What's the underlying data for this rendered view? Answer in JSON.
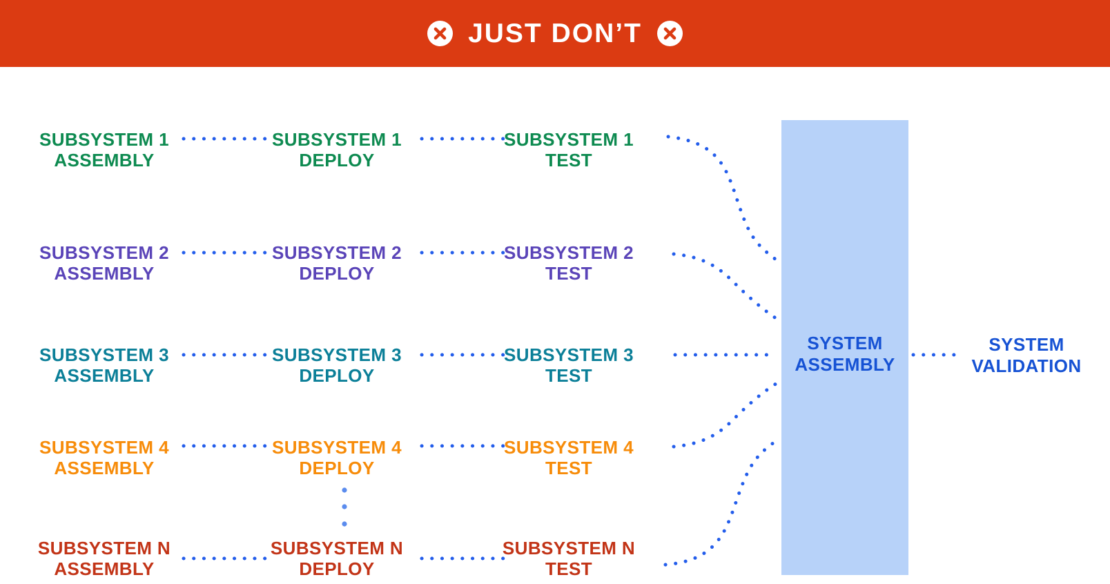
{
  "banner": {
    "title": "JUST DON’T",
    "background_color": "#DB3B12",
    "text_color": "#FFFFFF",
    "icon": "circle-x-icon"
  },
  "rows": [
    {
      "color": "#0D8A50",
      "assembly": {
        "line1": "SUBSYSTEM 1",
        "line2": "ASSEMBLY"
      },
      "deploy": {
        "line1": "SUBSYSTEM 1",
        "line2": "DEPLOY"
      },
      "test": {
        "line1": "SUBSYSTEM 1",
        "line2": "TEST"
      }
    },
    {
      "color": "#5A44B8",
      "assembly": {
        "line1": "SUBSYSTEM 2",
        "line2": "ASSEMBLY"
      },
      "deploy": {
        "line1": "SUBSYSTEM 2",
        "line2": "DEPLOY"
      },
      "test": {
        "line1": "SUBSYSTEM 2",
        "line2": "TEST"
      }
    },
    {
      "color": "#0B7F98",
      "assembly": {
        "line1": "SUBSYSTEM 3",
        "line2": "ASSEMBLY"
      },
      "deploy": {
        "line1": "SUBSYSTEM 3",
        "line2": "DEPLOY"
      },
      "test": {
        "line1": "SUBSYSTEM 3",
        "line2": "TEST"
      }
    },
    {
      "color": "#F78C0A",
      "assembly": {
        "line1": "SUBSYSTEM 4",
        "line2": "ASSEMBLY"
      },
      "deploy": {
        "line1": "SUBSYSTEM 4",
        "line2": "DEPLOY"
      },
      "test": {
        "line1": "SUBSYSTEM 4",
        "line2": "TEST"
      }
    },
    {
      "color": "#C23417",
      "assembly": {
        "line1": "SUBSYSTEM N",
        "line2": "ASSEMBLY"
      },
      "deploy": {
        "line1": "SUBSYSTEM N",
        "line2": "DEPLOY"
      },
      "test": {
        "line1": "SUBSYSTEM N",
        "line2": "TEST"
      }
    }
  ],
  "system_assembly": {
    "line1": "SYSTEM",
    "line2": "ASSEMBLY",
    "fill_color": "#B7D2F9",
    "text_color": "#1652D4"
  },
  "system_validation": {
    "line1": "SYSTEM",
    "line2": "VALIDATION",
    "text_color": "#1652D4"
  },
  "connectors": {
    "dot_color": "#235DEB",
    "ellipsis_dot_color": "#5B8CEE"
  }
}
